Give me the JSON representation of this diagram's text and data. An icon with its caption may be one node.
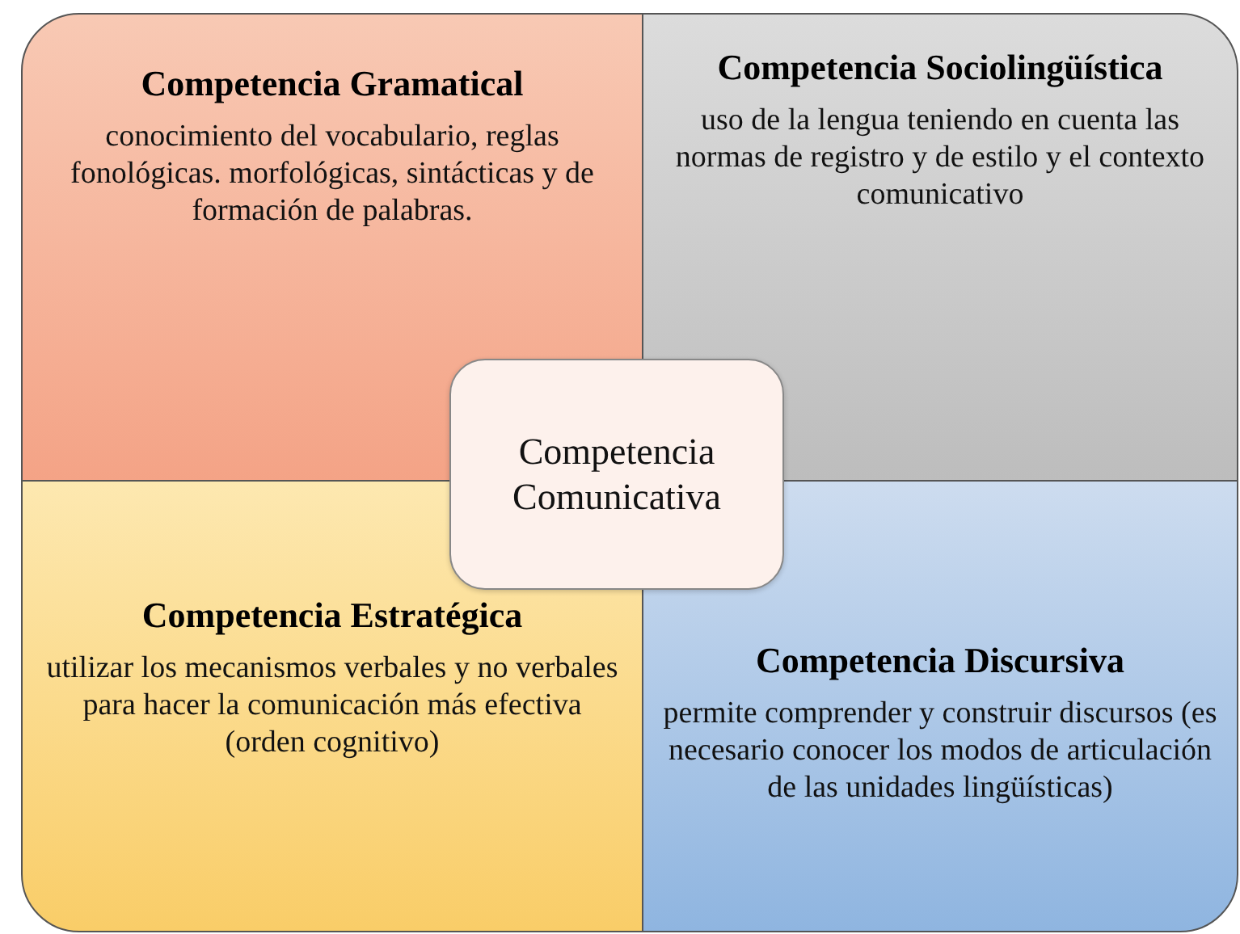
{
  "diagram": {
    "nodes": [
      {
        "text": [
          "Competencia Gramatical",
          "conocimiento del vocabulario, reglas fonológicas. morfológicas, sintácticas y de formación de palabras."
        ]
      },
      {
        "text": [
          "Competencia Sociolingüística",
          "uso de la lengua teniendo en cuenta las normas de registro y de estilo y el contexto comunicativo"
        ]
      },
      {
        "text": [
          "Competencia Comunicativa"
        ]
      },
      {
        "text": [
          "Competencia Estratégica",
          "utilizar los mecanismos verbales y no verbales para hacer la comunicación más efectiva (orden cognitivo)"
        ]
      },
      {
        "text": [
          "Competencia Discursiva",
          "permite comprender y construir discursos (es necesario conocer los modos de articulación de las unidades lingüísticas)"
        ]
      }
    ]
  }
}
